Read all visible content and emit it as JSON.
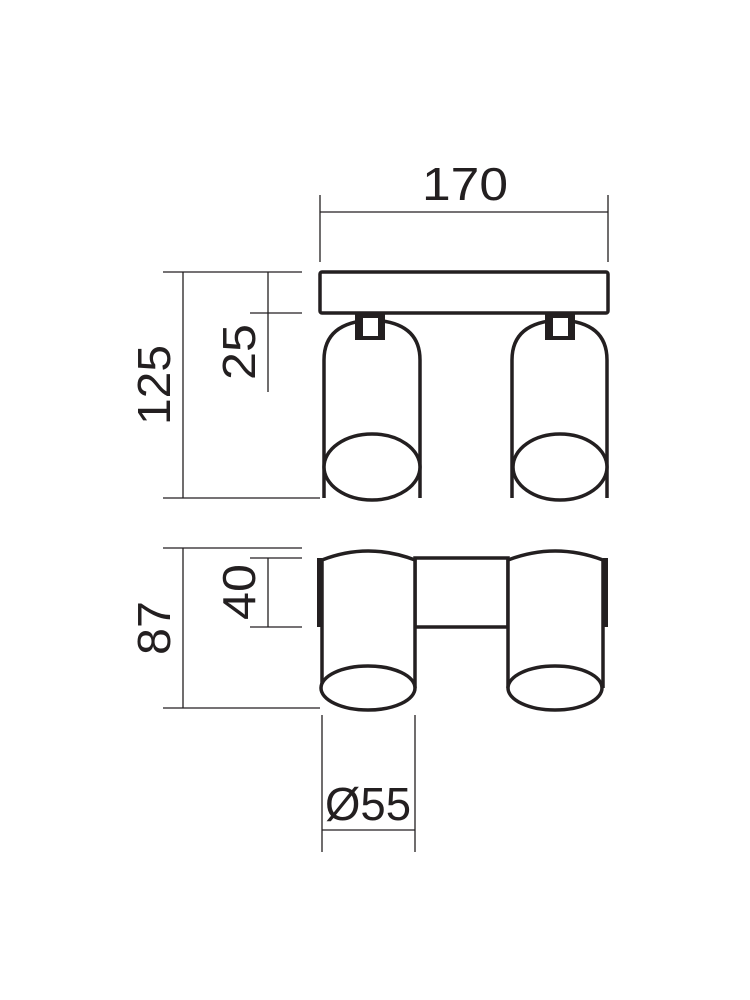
{
  "dimensions": {
    "width": "170",
    "total_height": "125",
    "plate_height": "25",
    "side_depth": "87",
    "connector_height": "40",
    "diameter": "Ø55"
  },
  "colors": {
    "line": "#231f20",
    "background": "#ffffff"
  }
}
